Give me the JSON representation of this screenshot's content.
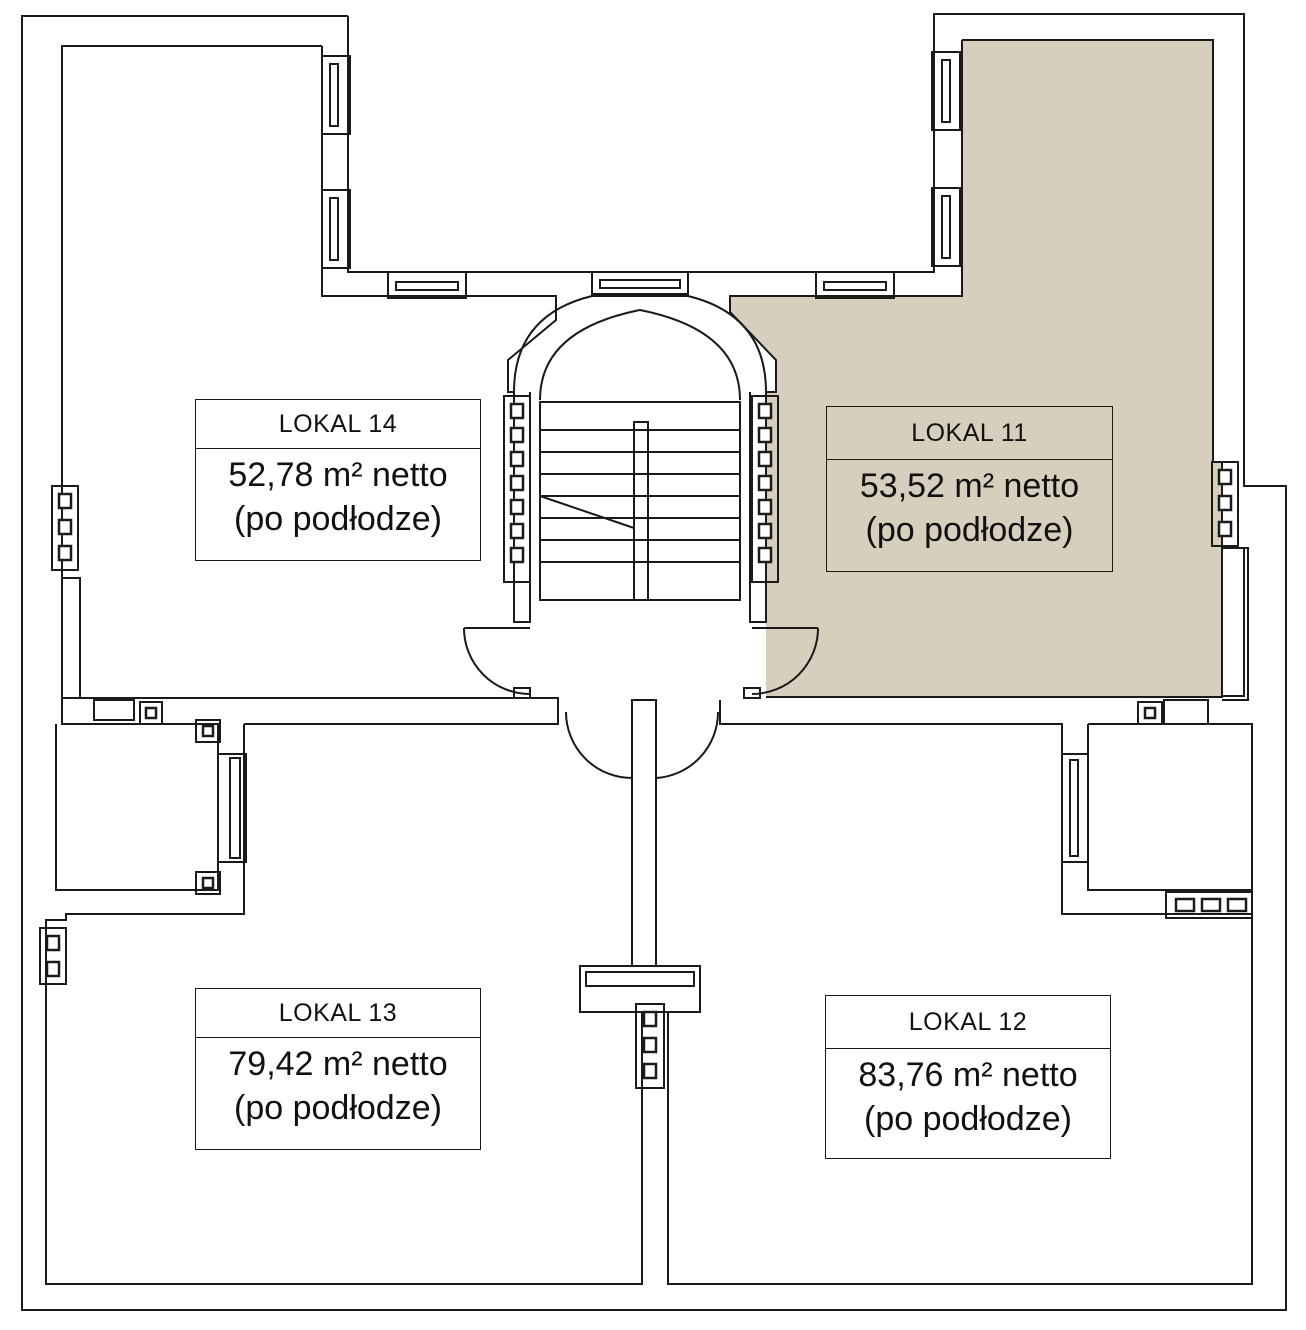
{
  "colors": {
    "wall": "#1a1a1a",
    "highlight_fill": "#d6cfbd",
    "background": "#ffffff"
  },
  "units": [
    {
      "id": "lokal-14",
      "title": "LOKAL 14",
      "area": "52,78 m² netto",
      "note": "(po podłodze)",
      "highlighted": false
    },
    {
      "id": "lokal-11",
      "title": "LOKAL 11",
      "area": "53,52 m² netto",
      "note": "(po podłodze)",
      "highlighted": true
    },
    {
      "id": "lokal-13",
      "title": "LOKAL 13",
      "area": "79,42 m² netto",
      "note": "(po podłodze)",
      "highlighted": false
    },
    {
      "id": "lokal-12",
      "title": "LOKAL 12",
      "area": "83,76 m² netto",
      "note": "(po podłodze)",
      "highlighted": false
    }
  ]
}
